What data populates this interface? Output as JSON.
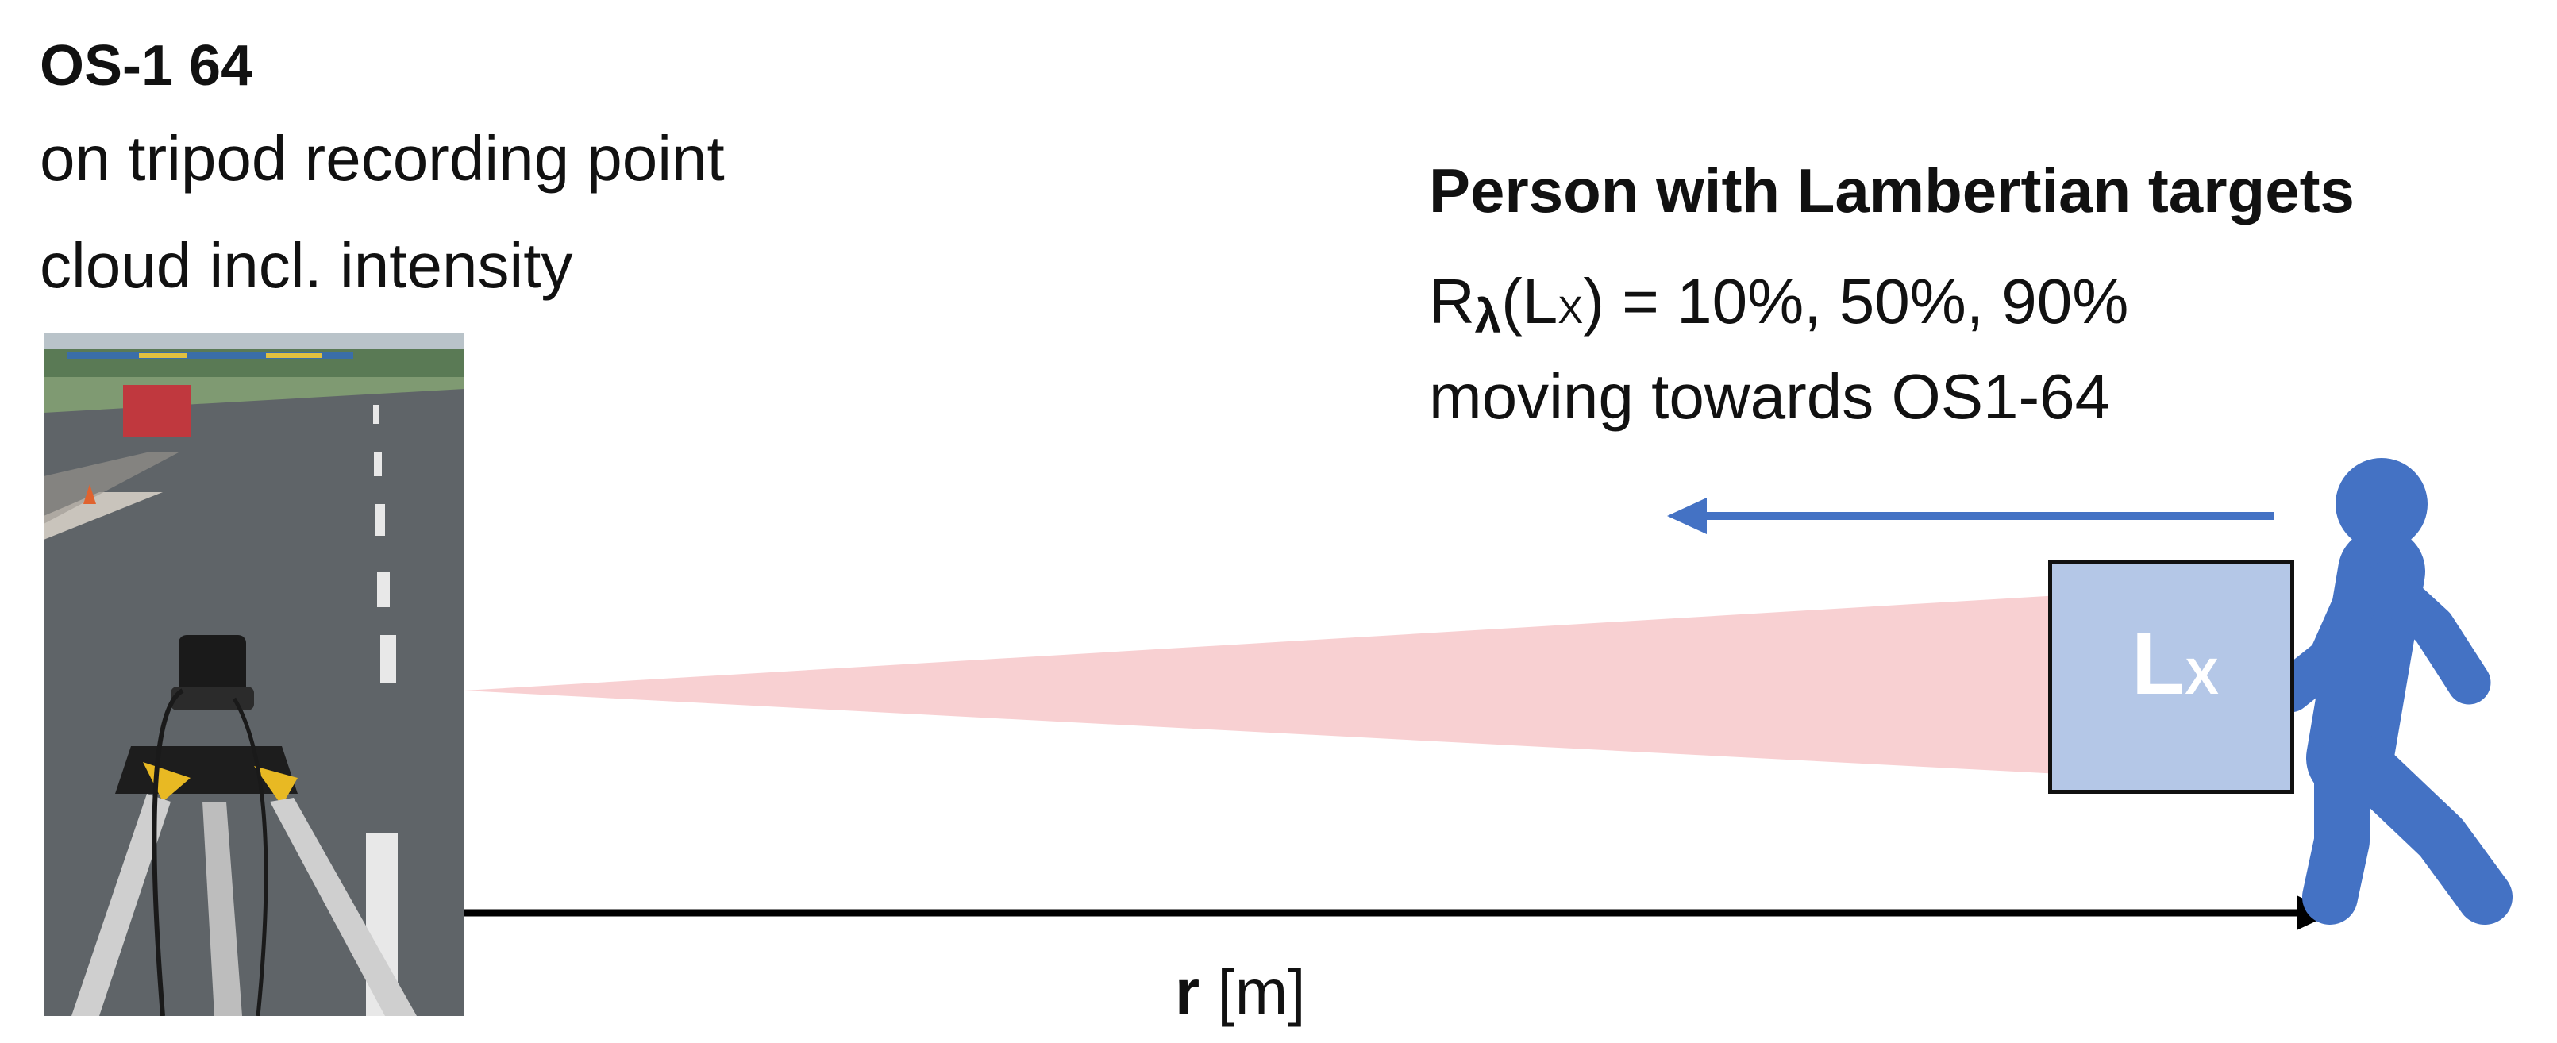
{
  "sensor": {
    "title": "OS-1 64",
    "line1": "on tripod recording point",
    "line2": "cloud incl. intensity"
  },
  "target": {
    "title": "Person with Lambertian targets",
    "reflectance_symbol": "R",
    "reflectance_lambda": "λ",
    "reflectance_arg_open": "(L",
    "reflectance_arg_sub": "X",
    "reflectance_arg_close": ")",
    "reflectance_values": " = 10%, 50%, 90%",
    "motion": "moving towards OS1-64",
    "box_label_main": "L",
    "box_label_sub": "X"
  },
  "axis": {
    "symbol": "r",
    "unit": " [m]"
  },
  "colors": {
    "beam": "#f8d0d2",
    "arrow": "#4472c4",
    "person": "#4472c4",
    "target_fill": "#b4c7e7",
    "axis": "#000000"
  },
  "icons": {
    "person": "walking-person-icon",
    "photo": "tripod-lidar-photo"
  }
}
